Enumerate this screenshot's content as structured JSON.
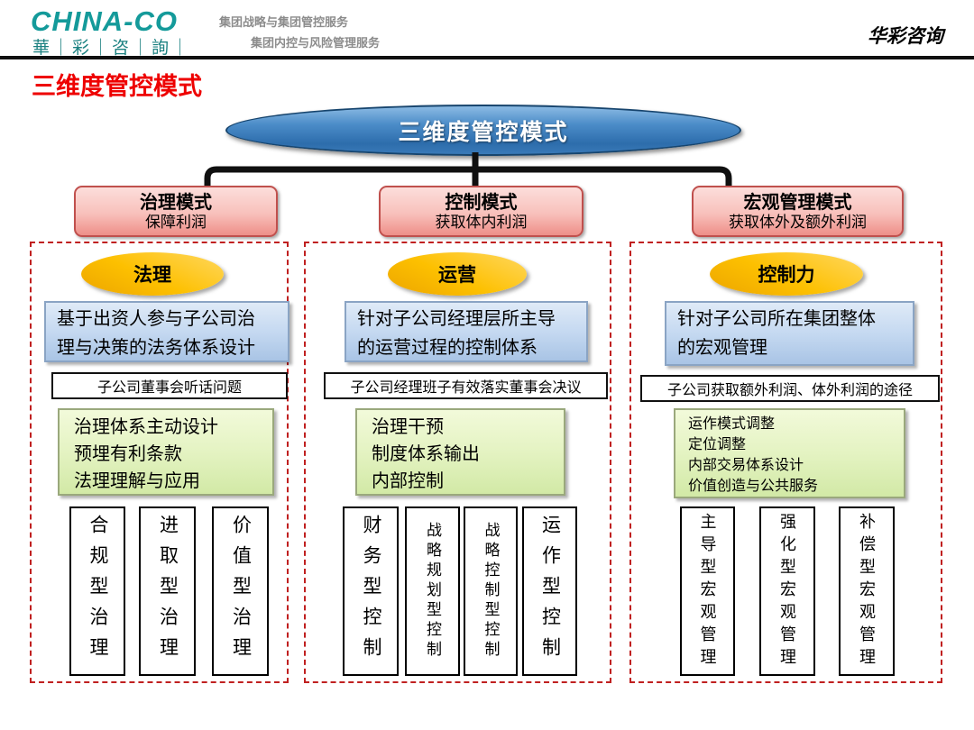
{
  "header": {
    "logo_main": "CHINA-CO",
    "logo_sub": "華｜彩｜咨｜詢｜",
    "tagline1": "集团战略与集团管控服务",
    "tagline2": "集团内控与风险管理服务",
    "brand_right": "华彩咨询"
  },
  "page_title": "三维度管控模式",
  "root_node": "三维度管控模式",
  "branches": [
    {
      "title": "治理模式",
      "subtitle": "保障利润"
    },
    {
      "title": "控制模式",
      "subtitle": "获取体内利润"
    },
    {
      "title": "宏观管理模式",
      "subtitle": "获取体外及额外利润"
    }
  ],
  "columns": [
    {
      "badge": "法理",
      "description": "基于出资人参与子公司治\n理与决策的法务体系设计",
      "issue": "子公司董事会听话问题",
      "actions": "治理体系主动设计\n预埋有利条款\n法理理解与应用",
      "types": [
        "合规型治理",
        "进取型治理",
        "价值型治理"
      ]
    },
    {
      "badge": "运营",
      "description": "针对子公司经理层所主导\n的运营过程的控制体系",
      "issue": "子公司经理班子有效落实董事会决议",
      "actions": "治理干预\n制度体系输出\n内部控制",
      "types": [
        "财务型控制",
        "战略规划型控制",
        "战略控制型控制",
        "运作型控制"
      ]
    },
    {
      "badge": "控制力",
      "description": "针对子公司所在集团整体\n的宏观管理",
      "issue": "子公司获取额外利润、体外利润的途径",
      "actions": "运作模式调整\n定位调整\n内部交易体系设计\n价值创造与公共服务",
      "types": [
        "主导型宏观管理",
        "强化型宏观管理",
        "补偿型宏观管理"
      ]
    }
  ],
  "colors": {
    "title_red": "#ee0000",
    "root_node_blue": "#3b7cc0",
    "branch_pink": "#f5a9a4",
    "branch_border": "#c0504d",
    "badge_gold": "#fdc000",
    "description_blue": "#c5d9f1",
    "actions_green": "#e4f3c2",
    "logo_teal": "#149a9a",
    "column_border_red": "#c02020"
  }
}
